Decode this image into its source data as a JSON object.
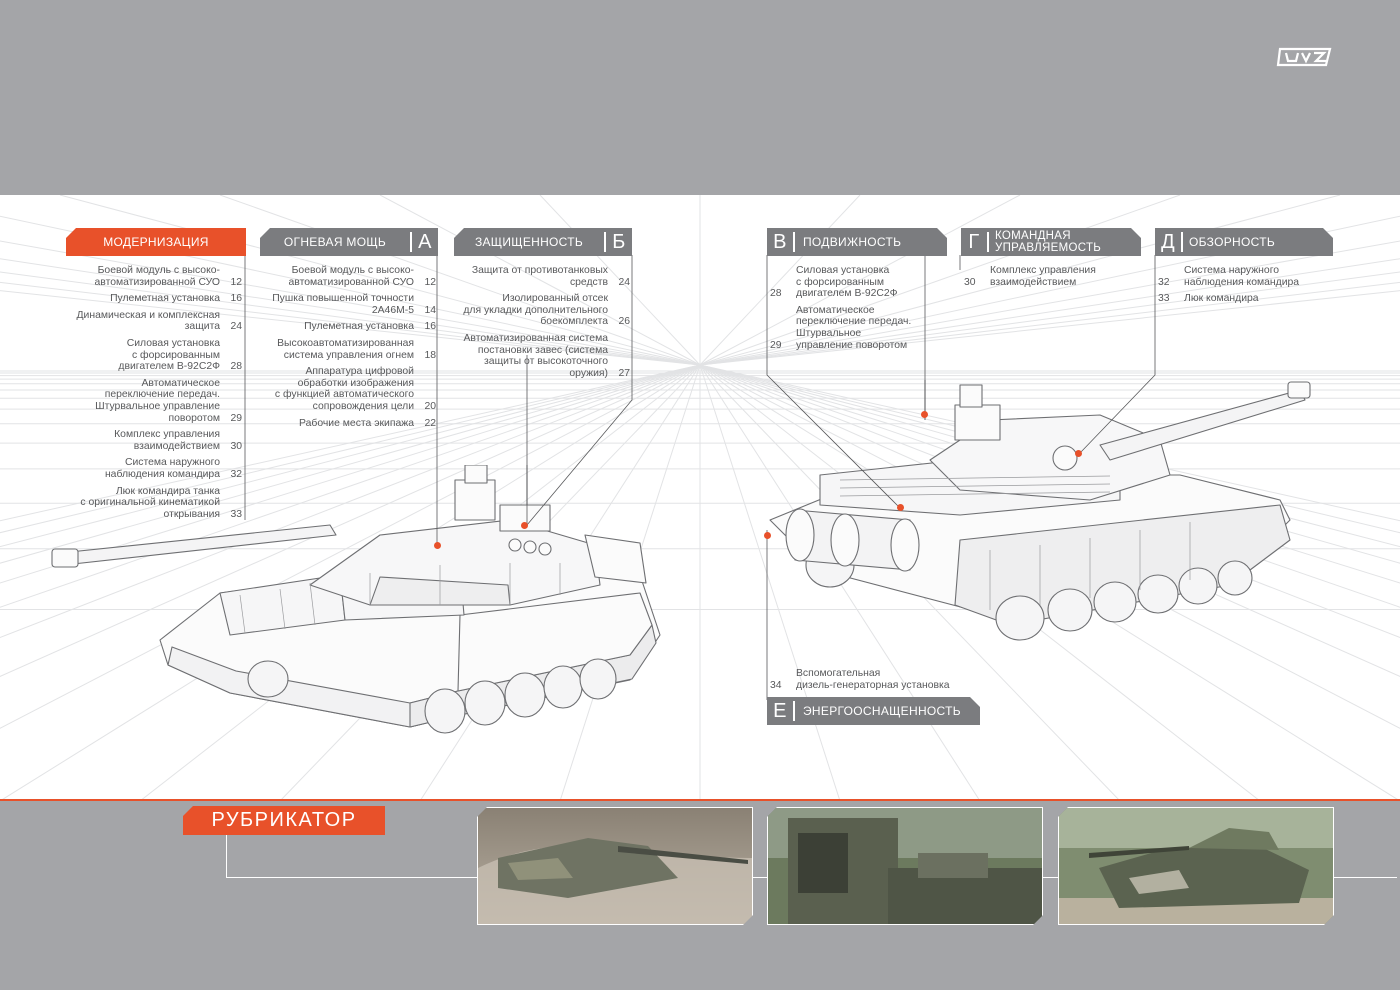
{
  "logo": {
    "icon": "uvz-logo"
  },
  "categories": [
    {
      "id": "modernization",
      "title": "МОДЕРНИЗАЦИЯ",
      "letter": "",
      "items": [
        {
          "text": "Боевой модуль с высоко-\nавтоматизированной СУО",
          "page": "12"
        },
        {
          "text": "Пулеметная установка",
          "page": "16"
        },
        {
          "text": "Динамическая и комплексная\nзащита",
          "page": "24"
        },
        {
          "text": "Силовая установка\nс форсированным\nдвигателем В-92С2Ф",
          "page": "28"
        },
        {
          "text": "Автоматическое\nпереключение передач.\nШтурвальное управление\nповоротом",
          "page": "29"
        },
        {
          "text": "Комплекс управления\nвзаимодействием",
          "page": "30"
        },
        {
          "text": "Система наружного\nнаблюдения командира",
          "page": "32"
        },
        {
          "text": "Люк командира танка\nс оригинальной кинематикой\nоткрывания",
          "page": "33"
        }
      ]
    },
    {
      "id": "firepower",
      "title": "ОГНЕВАЯ МОЩЬ",
      "letter": "А",
      "items": [
        {
          "text": "Боевой модуль с высоко-\nавтоматизированной СУО",
          "page": "12"
        },
        {
          "text": "Пушка повышенной точности\n2А46М-5",
          "page": "14"
        },
        {
          "text": "Пулеметная установка",
          "page": "16"
        },
        {
          "text": "Высокоавтоматизированная\nсистема управления огнем",
          "page": "18"
        },
        {
          "text": "Аппаратура цифровой\nобработки изображения\nс функцией автоматического\nсопровождения цели",
          "page": "20"
        },
        {
          "text": "Рабочие места экипажа",
          "page": "22"
        }
      ]
    },
    {
      "id": "protection",
      "title": "ЗАЩИЩЕННОСТЬ",
      "letter": "Б",
      "items": [
        {
          "text": "Защита от противотанковых\nсредств",
          "page": "24"
        },
        {
          "text": "Изолированный отсек\nдля укладки дополнительного\nбоекомплекта",
          "page": "26"
        },
        {
          "text": "Автоматизированная система\nпостановки завес (система\nзащиты от высокоточного\nоружия)",
          "page": "27"
        }
      ]
    },
    {
      "id": "mobility",
      "title": "ПОДВИЖНОСТЬ",
      "letter": "В",
      "items": [
        {
          "text": "Силовая установка\nс форсированным\nдвигателем В-92С2Ф",
          "page": "28"
        },
        {
          "text": "Автоматическое\nпереключение передач.\nШтурвальное\nуправление поворотом",
          "page": "29"
        }
      ]
    },
    {
      "id": "command",
      "title": "КОМАНДНАЯ\nУПРАВЛЯЕМОСТЬ",
      "letter": "Г",
      "items": [
        {
          "text": "Комплекс управления\nвзаимодействием",
          "page": "30"
        }
      ]
    },
    {
      "id": "visibility",
      "title": "ОБЗОРНОСТЬ",
      "letter": "Д",
      "items": [
        {
          "text": "Система наружного\nнаблюдения командира",
          "page": "32"
        },
        {
          "text": "Люк командира",
          "page": "33"
        }
      ]
    },
    {
      "id": "power",
      "title": "ЭНЕРГООСНАЩЕННОСТЬ",
      "letter": "Е",
      "items": [
        {
          "text": "Вспомогательная\nдизель-генераторная установка",
          "page": "34"
        }
      ]
    }
  ],
  "section_title": "РУБРИКАТОР",
  "colors": {
    "accent": "#e8512a",
    "band": "#a4a5a8",
    "header_dark": "#7b7c7f",
    "text": "#58595b"
  }
}
